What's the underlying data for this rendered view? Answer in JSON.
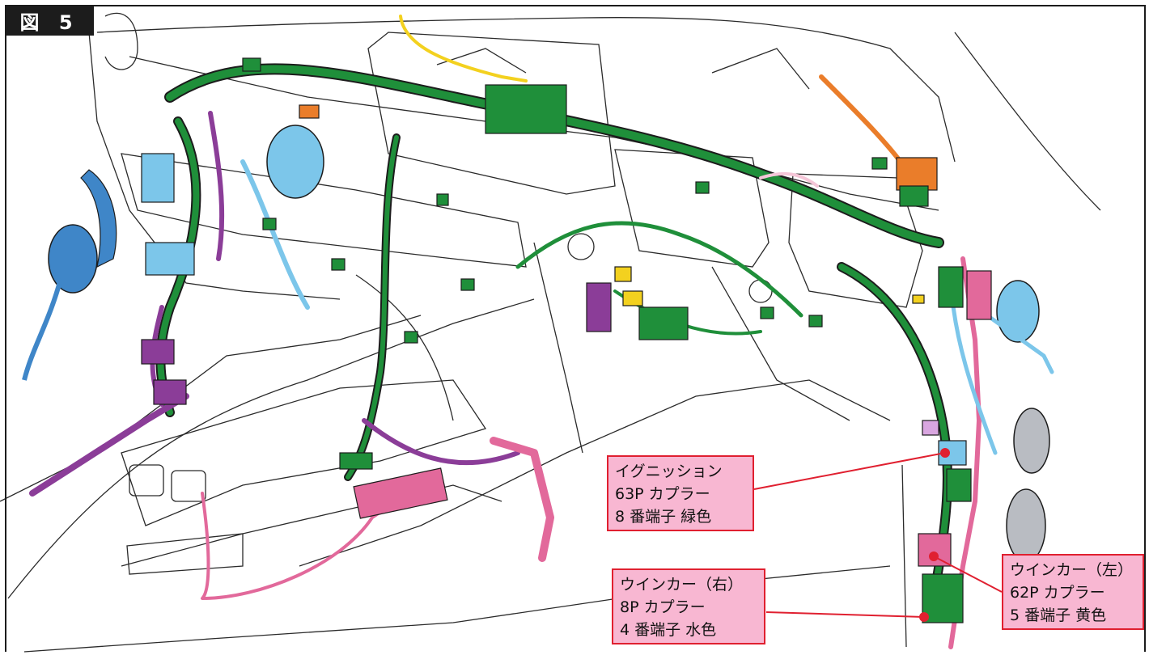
{
  "figure": {
    "label": "図 5"
  },
  "colors": {
    "harness_green": "#1f8f3a",
    "harness_blue": "#7cc6ea",
    "harness_purple": "#8b3d98",
    "harness_pink": "#e2699b",
    "harness_orange": "#ea7d2a",
    "harness_yellow": "#f3d11f",
    "harness_gray": "#b9bcc2",
    "callout_fill": "#f8b7d2",
    "callout_border": "#e02030"
  },
  "callouts": [
    {
      "id": "ignition",
      "lines": [
        "イグニッション",
        "63P カプラー",
        "8 番端子  緑色"
      ]
    },
    {
      "id": "winker-right",
      "lines": [
        "ウインカー（右）",
        "8P カプラー",
        "4 番端子  水色"
      ]
    },
    {
      "id": "winker-left",
      "lines": [
        "ウインカー（左）",
        "62P カプラー",
        "5 番端子  黄色"
      ]
    }
  ]
}
